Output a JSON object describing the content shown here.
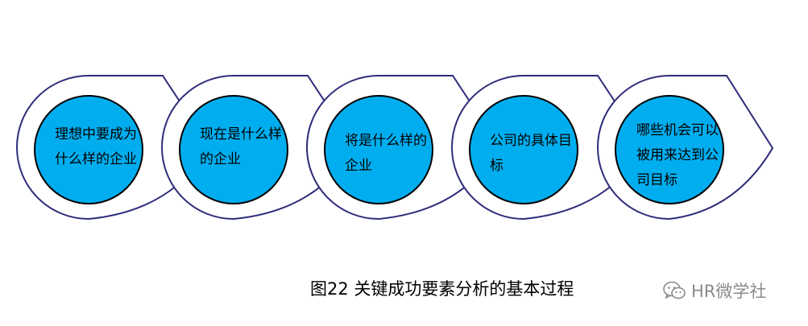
{
  "steps": [
    {
      "label": "理想中要成为什么样的企业"
    },
    {
      "label": "现在是什么样的企业"
    },
    {
      "label": "将是什么样的企业"
    },
    {
      "label": "公司的具体目标"
    },
    {
      "label": "哪些机会可以被用来达到公司目标"
    }
  ],
  "caption": "图22 关键成功要素分析的基本过程",
  "watermark": {
    "icon": "wechat-icon",
    "text": "HR微学社"
  },
  "colors": {
    "fill": "#00AEEF",
    "outline": "#2E2C7A",
    "inner_stroke": "#000000",
    "background": "#FFFFFF",
    "watermark": "#8A8A8A"
  }
}
